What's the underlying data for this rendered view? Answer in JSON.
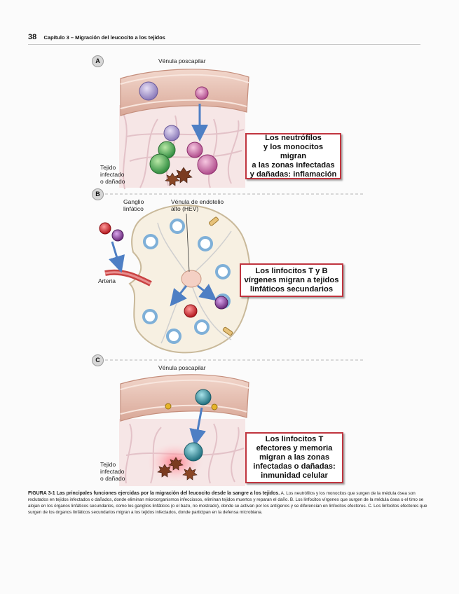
{
  "header": {
    "page_number": "38",
    "chapter_title": "Capítulo 3 – Migración del leucocito a los tejidos"
  },
  "panels": {
    "a": {
      "label": "A",
      "top_label": "Vénula poscapilar",
      "side_label": "Tejido\ninfectado\no dañado",
      "callout": "Los neutrófilos\ny los monocitos migran\na las zonas infectadas\ny dañadas: inflamación"
    },
    "b": {
      "label": "B",
      "node_label": "Ganglio\nlinfático",
      "hev_label": "Vénula de endotelio\nalto (HEV)",
      "artery_label": "Arteria",
      "callout": "Los linfocitos T y B\nvírgenes migran a tejidos\nlinfáticos secundarios"
    },
    "c": {
      "label": "C",
      "top_label": "Vénula poscapilar",
      "side_label": "Tejido\ninfectado\no dañado",
      "callout": "Los linfocitos T\nefectores y memoria\nmigran a las zonas\ninfectadas o dañadas:\ninmunidad celular"
    }
  },
  "caption": {
    "lead": "FIGURA 3-1  Las principales funciones ejercidas por la migración del leucocito desde la sangre a los tejidos.",
    "body": " A. Los neutrófilos y los monocitos que surgen de la médula ósea son reclutados en tejidos infectados o dañados, donde eliminan microorganismos infecciosos, eliminan tejidos muertos y reparan el daño. B. Los linfocitos vírgenes que surgen de la médula ósea o el timo se alojan en los órganos linfáticos secundarios, como los ganglios linfáticos (o el bazo, no mostrado), donde se activan por los antígenos y se diferencian en linfocitos efectores. C. Los linfocitos efectores que surgen de los órganos linfáticos secundarios migran a los tejidos infectados, donde participan en la defensa microbiana."
  },
  "colors": {
    "callout_border": "#c0353f",
    "vessel": "#e9c4b6",
    "tissue": "#f6e6e6",
    "neutrophil": "#b04c8c",
    "monocyte": "#8a79b8",
    "macrophage": "#3aa24a",
    "lymphocyte_t": "#c2272d",
    "lymphocyte_b": "#7e3b8f",
    "effector_t": "#2f8a9a",
    "node_follicle": "#7fb0d8"
  }
}
